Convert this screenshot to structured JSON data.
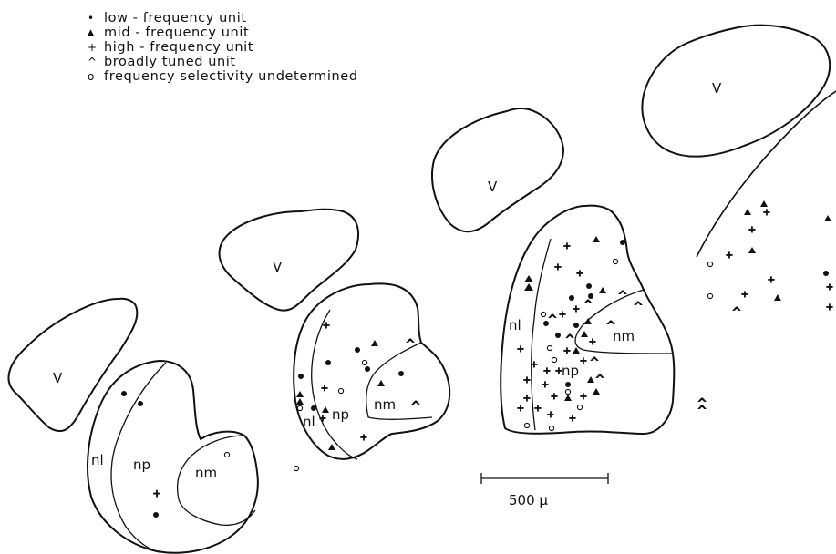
{
  "legend": [
    {
      "symbol": "•",
      "label": "low - frequency  unit"
    },
    {
      "symbol": "▲",
      "label": "mid - frequency  unit"
    },
    {
      "symbol": "+",
      "label": "high - frequency  unit"
    },
    {
      "symbol": "^",
      "label": "broadly  tuned  unit"
    },
    {
      "symbol": "o",
      "label": "frequency  selectivity  undetermined"
    }
  ],
  "region_labels": {
    "v": "V",
    "np": "np",
    "nm": "nm",
    "nl": "nl"
  },
  "scale_bar": {
    "label": "500 µ"
  }
}
